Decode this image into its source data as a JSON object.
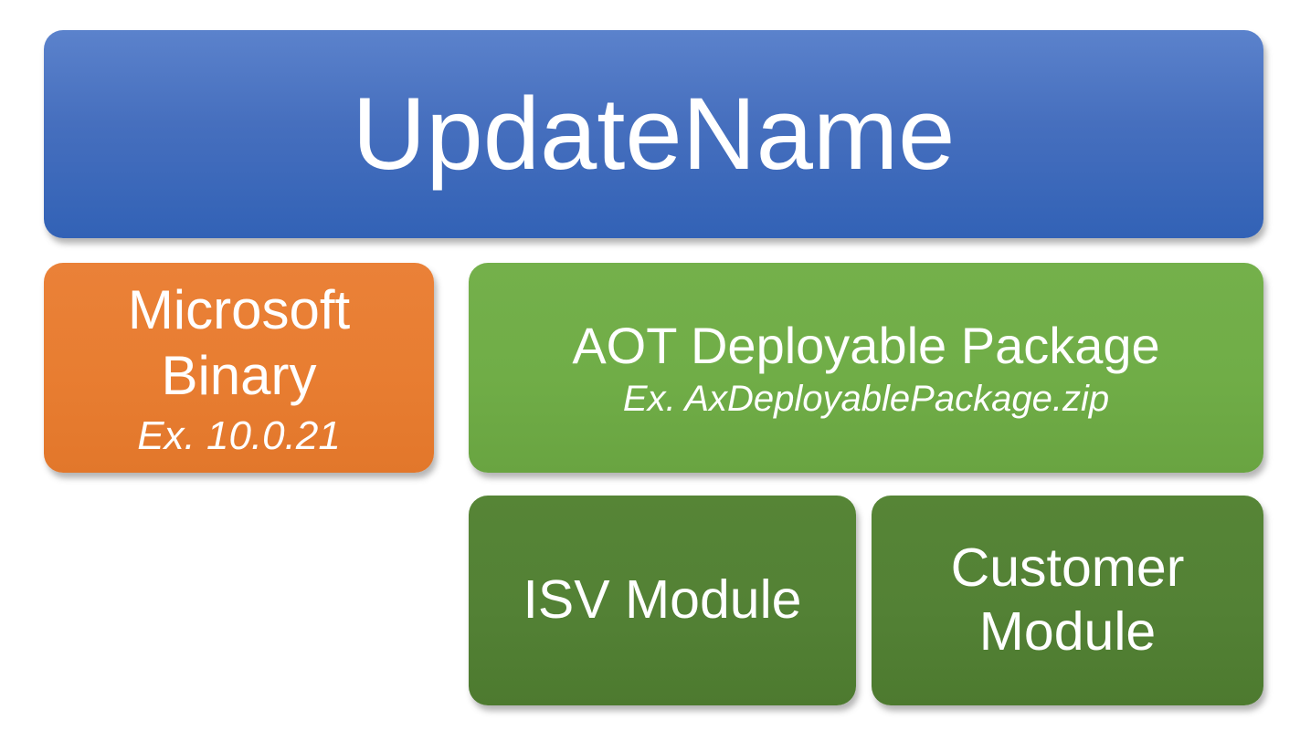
{
  "diagram": {
    "update_name": {
      "label": "UpdateName"
    },
    "microsoft_binary": {
      "label": "Microsoft Binary",
      "example": "Ex. 10.0.21"
    },
    "aot_package": {
      "label": "AOT Deployable Package",
      "example": "Ex. AxDeployablePackage.zip"
    },
    "isv_module": {
      "label": "ISV Module"
    },
    "customer_module": {
      "label": "Customer Module"
    }
  },
  "colors": {
    "blue_gradient_top": "#5b82cc",
    "blue_gradient_bottom": "#3262b6",
    "orange": "#e87d31",
    "light_green": "#70ad47",
    "dark_green": "#538135",
    "text": "#ffffff",
    "background": "#ffffff"
  }
}
